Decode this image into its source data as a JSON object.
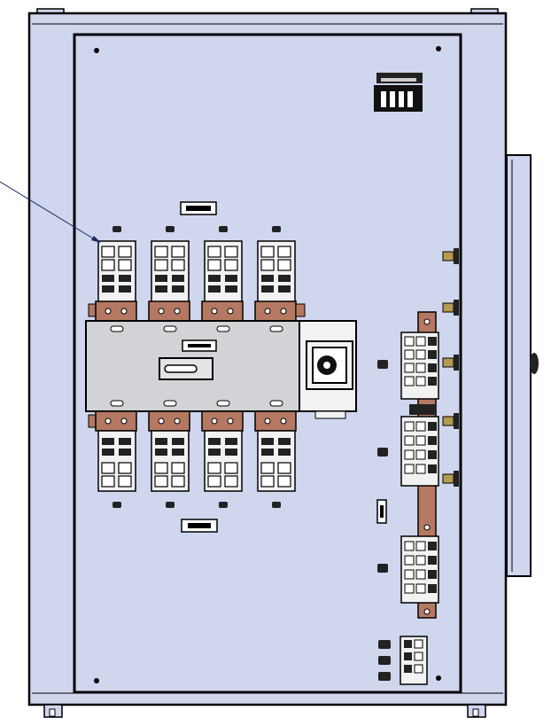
{
  "drawing": {
    "type": "technical-line-drawing",
    "subject": "electrical-enclosure-front-view",
    "visible_text": "",
    "colors": {
      "enclosure_fill": "#cfd6ee",
      "outline": "#000000",
      "switch_body": "#d2d3d6",
      "busbar_copper": "#b57862",
      "terminal_white": "#f2f2f2",
      "leader_line": "#1a2a66"
    },
    "components": {
      "breaker_poles": 4,
      "terminal_blocks": 3,
      "side_lugs": 5,
      "annotation_leader": "pointing-to-top-left-pole-terminal"
    }
  }
}
